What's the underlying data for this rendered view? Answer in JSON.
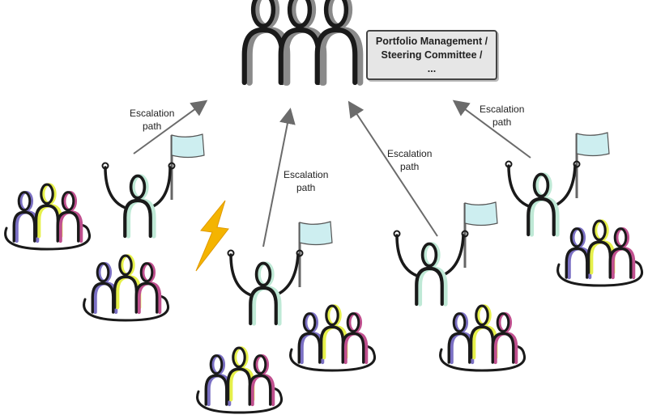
{
  "governance_box": {
    "lines": [
      "Portfolio Management /",
      "Steering Committee /",
      "..."
    ]
  },
  "escalation_labels": [
    {
      "line1": "Escalation",
      "line2": "path"
    },
    {
      "line1": "Escalation",
      "line2": "path"
    },
    {
      "line1": "Escalation",
      "line2": "path"
    },
    {
      "line1": "Escalation",
      "line2": "path"
    }
  ],
  "colors": {
    "stroke": "#1a1a1a",
    "arrow": "#6b6b6b",
    "flag": "#cdeef0",
    "team_a": "#7b70c4",
    "team_b": "#e6f04a",
    "team_c": "#c0508f",
    "top_shadow": "#8a8a8a",
    "lightning": "#f4b400"
  }
}
